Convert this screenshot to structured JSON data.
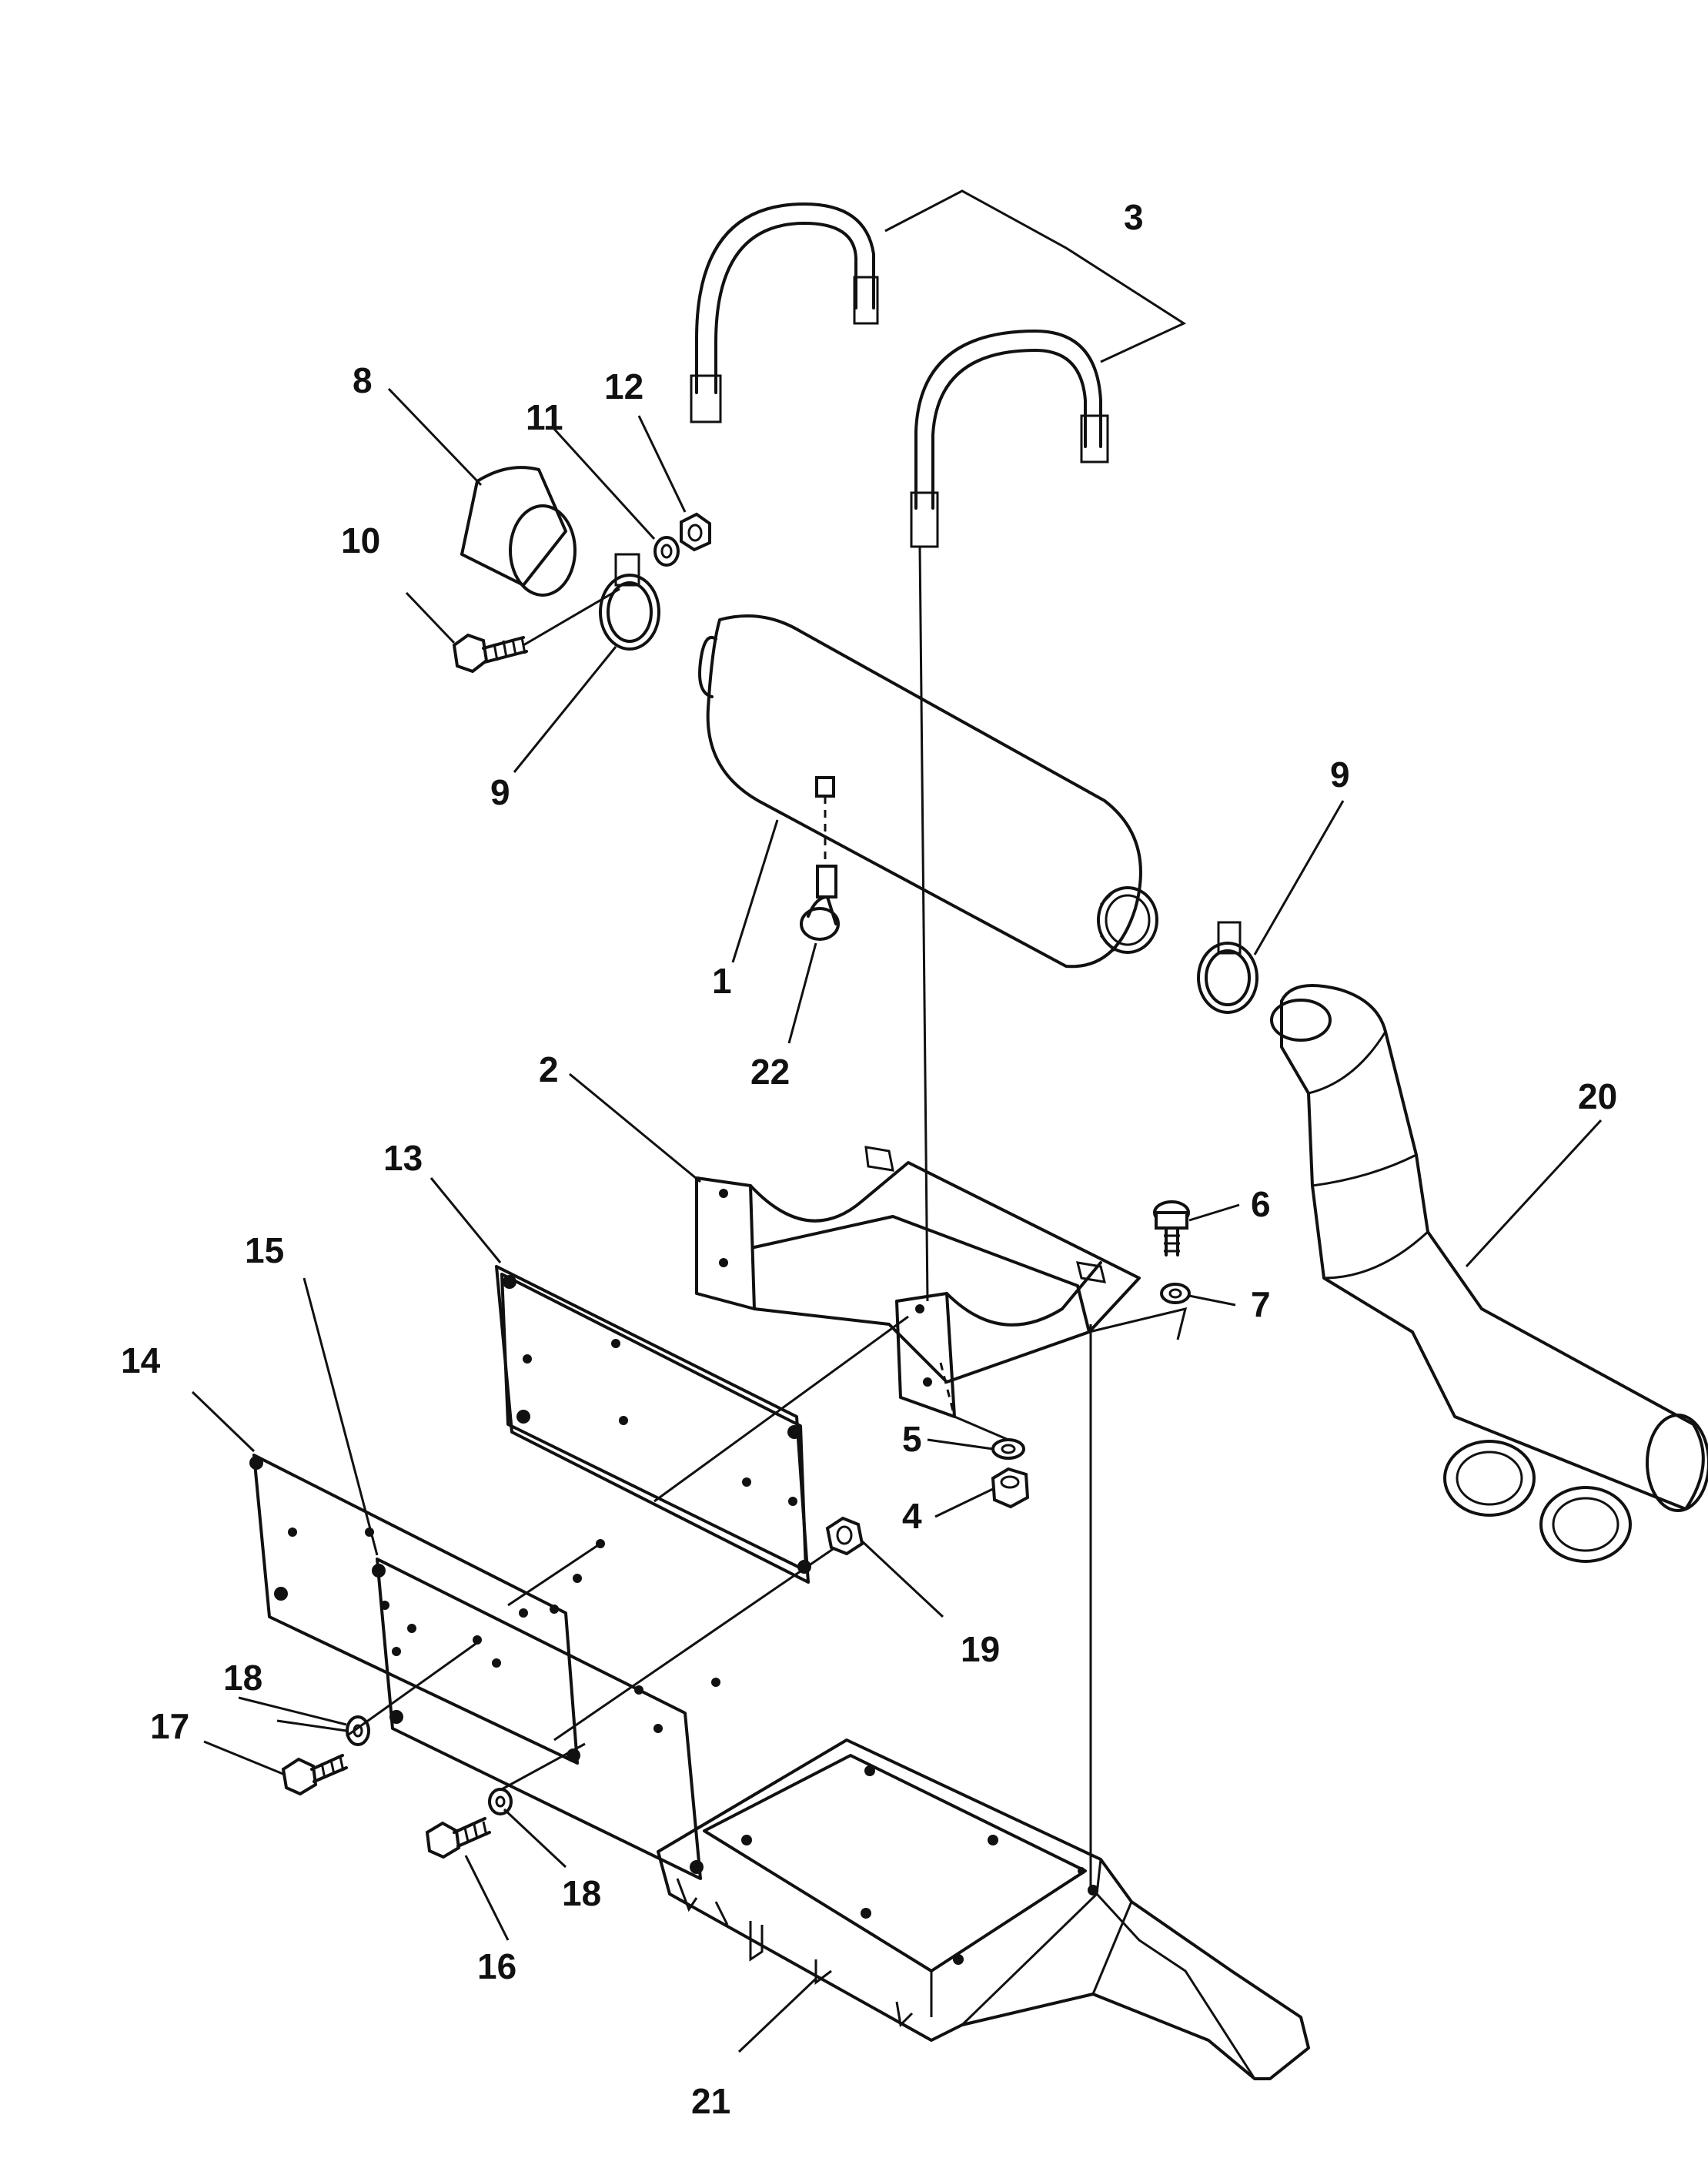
{
  "callouts": {
    "c1": "1",
    "c2": "2",
    "c3": "3",
    "c4": "4",
    "c5": "5",
    "c6": "6",
    "c7": "7",
    "c8": "8",
    "c9a": "9",
    "c9b": "9",
    "c10": "10",
    "c11": "11",
    "c12": "12",
    "c13": "13",
    "c14": "14",
    "c15": "15",
    "c16": "16",
    "c17": "17",
    "c18a": "18",
    "c18b": "18",
    "c19": "19",
    "c20": "20",
    "c21": "21",
    "c22": "22"
  }
}
